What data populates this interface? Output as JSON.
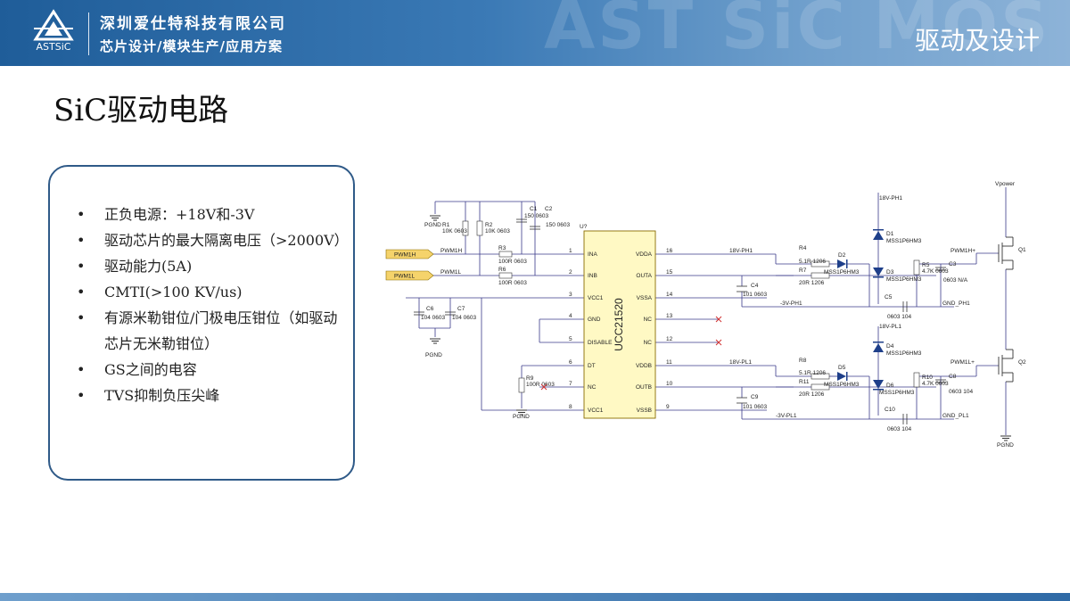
{
  "header": {
    "logo_text": "ASTSiC",
    "company_name": "深圳爱仕特科技有限公司",
    "company_sub": "芯片设计/模块生产/应用方案",
    "watermark": "AST SiC MOS",
    "section": "驱动及设计"
  },
  "title": "SiC驱动电路",
  "bullets": [
    "正负电源：+18V和-3V",
    "驱动芯片的最大隔离电压（>2000V）",
    "驱动能力(5A)",
    "CMTI(>100 KV/us)",
    "有源米勒钳位/门极电压钳位（如驱动芯片无米勒钳位）",
    "GS之间的电容",
    "TVS抑制负压尖峰"
  ],
  "schematic": {
    "ic_name": "UCC21520",
    "ic_ref": "U?",
    "left_pins": [
      {
        "num": "1",
        "name": "INA"
      },
      {
        "num": "2",
        "name": "INB"
      },
      {
        "num": "3",
        "name": "VCC1"
      },
      {
        "num": "4",
        "name": "GND"
      },
      {
        "num": "5",
        "name": "DISABLE"
      },
      {
        "num": "6",
        "name": "DT"
      },
      {
        "num": "7",
        "name": "NC"
      },
      {
        "num": "8",
        "name": "VCC1"
      }
    ],
    "right_pins": [
      {
        "num": "16",
        "name": "VDDA"
      },
      {
        "num": "15",
        "name": "OUTA"
      },
      {
        "num": "14",
        "name": "VSSA"
      },
      {
        "num": "13",
        "name": "NC"
      },
      {
        "num": "12",
        "name": "NC"
      },
      {
        "num": "11",
        "name": "VDDB"
      },
      {
        "num": "10",
        "name": "OUTB"
      },
      {
        "num": "9",
        "name": "VSSB"
      }
    ],
    "inputs": [
      "PWM1H",
      "PWM1L"
    ],
    "nets": {
      "pgnd": "PGND",
      "vpower": "Vpower",
      "v18_ph": "18V-PH1",
      "v18_pl": "18V-PL1",
      "vm3_ph": "-3V-PH1",
      "vm3_pl": "-3V-PL1",
      "gate_h": "PWM1H+",
      "gate_l": "PWM1L+",
      "gnd_ph": "GND_PH1",
      "gnd_pl": "GND_PL1"
    },
    "components": {
      "r1": "R1",
      "r1_val": "10K 0603",
      "r2": "R2",
      "r2_val": "10K 0603",
      "r3": "R3",
      "r3_val": "100R 0603",
      "r6": "R6",
      "r6_val": "100R 0603",
      "r9": "R9",
      "r9_val": "100R 0603",
      "c1": "C1",
      "c1_val": "150 0603",
      "c2": "C2",
      "c2_val": "150 0603",
      "c6": "C6",
      "c6_val": "104 0603",
      "c7": "C7",
      "c7_val": "104 0603",
      "c4": "C4",
      "c4_val": "101 0603",
      "c9": "C9",
      "c9_val": "101 0603",
      "r4": "R4",
      "r4_val": "5.1R 1206",
      "r7": "R7",
      "r7_val": "20R 1206",
      "r8": "R8",
      "r8_val": "5.1R 1206",
      "r11": "R11",
      "r11_val": "20R 1206",
      "d1": "D1",
      "d2": "D2",
      "d3": "D3",
      "d4": "D4",
      "d5": "D5",
      "d6": "D6",
      "diode_val": "MSS1P6HM3",
      "r5": "R5",
      "r5_val": "4.7K 0603",
      "r10": "R10",
      "r10_val": "4.7K 0603",
      "c3": "C3",
      "c3_val": "0603 N/A",
      "c8": "C8",
      "c8_val": "0603 104",
      "c5": "C5",
      "c5_val": "0603 104",
      "c10": "C10",
      "c10_val": "0603 104",
      "q1": "Q1",
      "q2": "Q2"
    }
  },
  "colors": {
    "header_blue": "#1f5d99",
    "box_border": "#2f5a88",
    "ic_fill": "#fff9c4",
    "input_tag": "#f5d36b"
  }
}
